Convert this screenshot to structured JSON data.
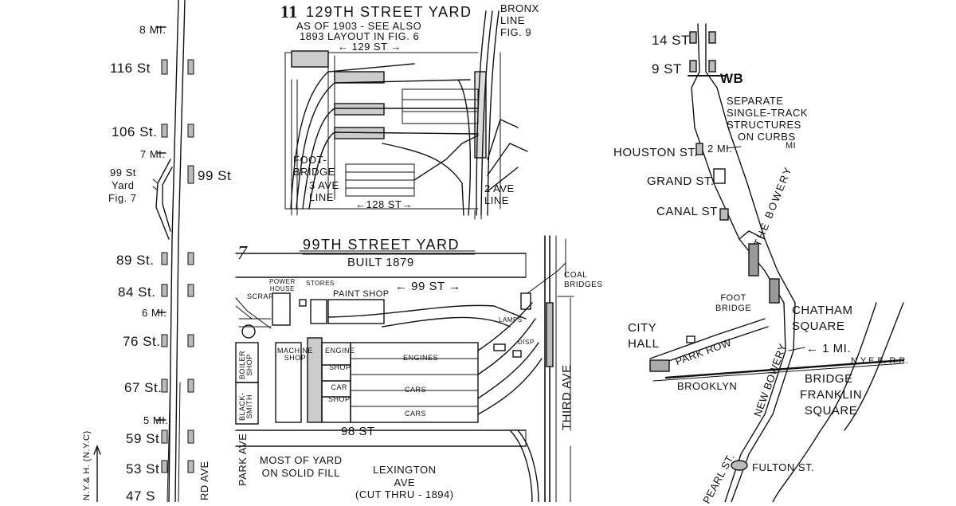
{
  "left_strip": {
    "stations": [
      "116 St",
      "106 St.",
      "99 St",
      "89 St.",
      "84 St.",
      "76 St.",
      "67 St.",
      "59 St",
      "53 St",
      "47 S"
    ],
    "mileposts": [
      "8 MI.",
      "7 MI.",
      "6 MI.",
      "5 MI."
    ],
    "yard_ref": [
      "99 St",
      "Yard",
      "Fig. 7"
    ],
    "north_label": "N.Y.& H. (N.Y.C)",
    "street_label": "RD AVE"
  },
  "yard_129": {
    "number": "11",
    "title": "129TH STREET YARD",
    "note_line1": "AS OF 1903 - SEE ALSO",
    "note_line2": "1893 LAYOUT IN FIG. 6",
    "top_street": "← 129 ST →",
    "bottom_street": "←128 ST→",
    "bronx_line": [
      "BRONX",
      "LINE",
      "FIG. 9"
    ],
    "footbridge": [
      "FOOT-",
      "BRIDGE"
    ],
    "line_3ave": [
      "3 AVE",
      "LINE"
    ],
    "line_2ave": [
      "2 AVE",
      "LINE"
    ]
  },
  "yard_99": {
    "number": "7",
    "title": "99TH STREET YARD",
    "built": "BUILT 1879",
    "top_street": "← 99 ST →",
    "bottom_street": "98 ST",
    "power_house": [
      "POWER",
      "HOUSE"
    ],
    "stores": "STORES",
    "paint_shop": "PAINT SHOP",
    "scrap": "SCRAP",
    "boiler_shop": [
      "BOILER",
      "SHOP"
    ],
    "blacksmith": [
      "BLACK-",
      "SMITH"
    ],
    "machine_shop": [
      "MACHINE",
      "SHOP"
    ],
    "engine_shop": [
      "ENGINE",
      "SHOP"
    ],
    "car_shop": [
      "CAR",
      "SHOP"
    ],
    "engines": "ENGINES",
    "cars": "CARS",
    "cars2": "CARS",
    "coal_bridges": [
      "COAL",
      "BRIDGES"
    ],
    "lamps": "LAMPS",
    "disp": "DISP",
    "park_ave": "PARK AVE",
    "third_ave": "THIRD AVE",
    "fill_note": [
      "MOST OF YARD",
      "ON SOLID FILL"
    ],
    "lexington": [
      "LEXINGTON",
      "AVE",
      "(CUT THRU - 1894)"
    ]
  },
  "downtown": {
    "st14": "14 ST",
    "st9": "9 ST",
    "wb": "WB",
    "separate": [
      "SEPARATE",
      "SINGLE-TRACK",
      "STRUCTURES",
      "ON CURBS"
    ],
    "mi_small": "MI",
    "houston": "HOUSTON ST.",
    "milepost_2": "2 MI.",
    "grand": "GRAND ST.",
    "canal": "CANAL ST",
    "bowery": "THE BOWERY",
    "footbridge": [
      "FOOT",
      "BRIDGE"
    ],
    "chatham": [
      "CHATHAM",
      "SQUARE"
    ],
    "city_hall": [
      "CITY",
      "HALL"
    ],
    "park_row": "PARK ROW",
    "one_mi": "← 1 MI.",
    "nyeb": "N.Y.E.B. R.R.",
    "brooklyn": "BROOKLYN",
    "bridge": "BRIDGE",
    "franklin": [
      "FRANKLIN",
      "SQUARE"
    ],
    "new_bowery": "NEW BOWERY",
    "pearl": "PEARL ST.",
    "fulton": "FULTON ST."
  }
}
